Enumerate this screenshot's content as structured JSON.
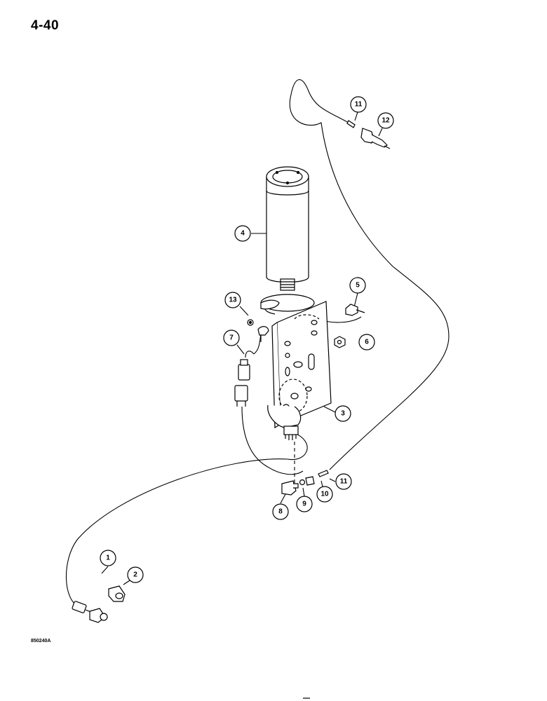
{
  "page_number": "4-40",
  "figure_code": "850240A",
  "callouts": [
    {
      "id": "1",
      "label": "1"
    },
    {
      "id": "2",
      "label": "2"
    },
    {
      "id": "3",
      "label": "3"
    },
    {
      "id": "4",
      "label": "4"
    },
    {
      "id": "5",
      "label": "5"
    },
    {
      "id": "6",
      "label": "6"
    },
    {
      "id": "7",
      "label": "7"
    },
    {
      "id": "8",
      "label": "8"
    },
    {
      "id": "9",
      "label": "9"
    },
    {
      "id": "10",
      "label": "10"
    },
    {
      "id": "11a",
      "label": "11"
    },
    {
      "id": "11b",
      "label": "11"
    },
    {
      "id": "12",
      "label": "12"
    },
    {
      "id": "13",
      "label": "13"
    }
  ]
}
